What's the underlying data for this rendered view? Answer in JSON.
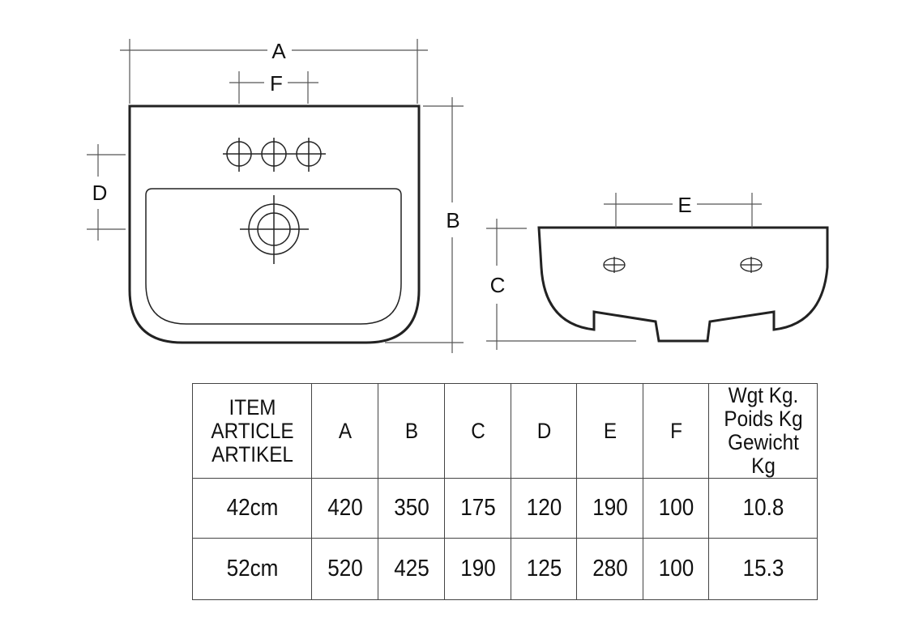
{
  "front_view": {
    "dim_labels": {
      "A": "A",
      "B": "B",
      "D": "D",
      "F": "F"
    }
  },
  "side_view": {
    "dim_labels": {
      "C": "C",
      "E": "E"
    }
  },
  "table": {
    "header": {
      "item": [
        "ITEM",
        "ARTICLE",
        "ARTIKEL"
      ],
      "cols": [
        "A",
        "B",
        "C",
        "D",
        "E",
        "F"
      ],
      "weight": [
        "Wgt Kg.",
        "Poids Kg",
        "Gewicht Kg"
      ]
    },
    "rows": [
      {
        "item": "42cm",
        "values": [
          "420",
          "350",
          "175",
          "120",
          "190",
          "100"
        ],
        "weight": "10.8"
      },
      {
        "item": "52cm",
        "values": [
          "520",
          "425",
          "190",
          "125",
          "280",
          "100"
        ],
        "weight": "15.3"
      }
    ]
  }
}
